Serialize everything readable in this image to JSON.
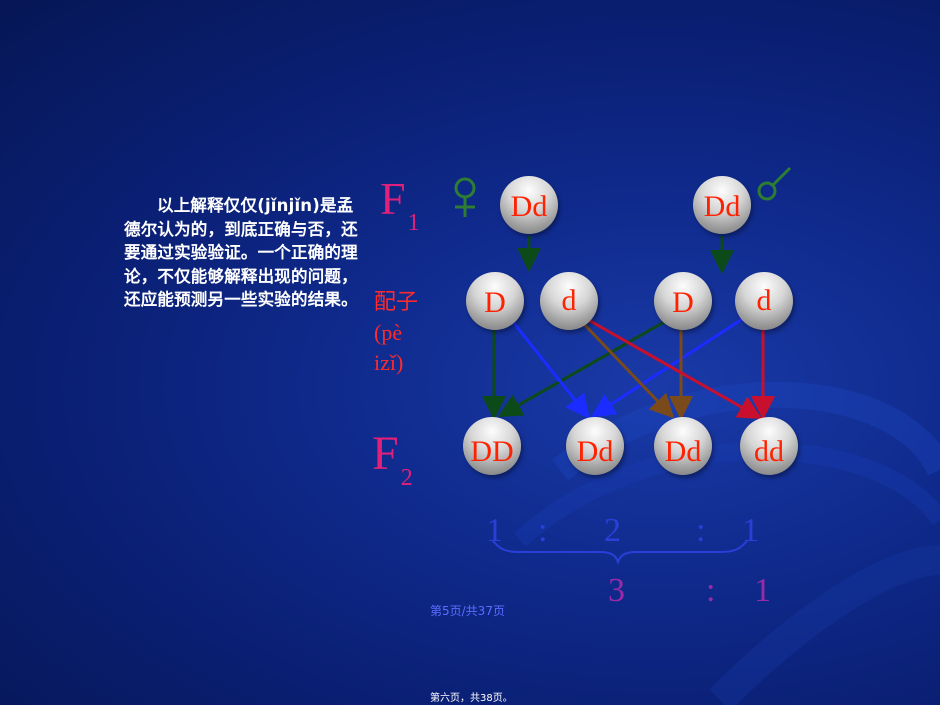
{
  "paragraph": "以上解释仅仅(jǐnjǐn)是孟德尔认为的，到底正确与否，还要通过实验验证。一个正确的理论，不仅能够解释出现的问题，还应能预测另一些实验的结果。",
  "f1": {
    "letter": "F",
    "sub": "1"
  },
  "f2": {
    "letter": "F",
    "sub": "2"
  },
  "gamete": {
    "label": "配子",
    "pinyin_1": "(pè",
    "pinyin_2": "izǐ)"
  },
  "parents": {
    "female": "Dd",
    "male": "Dd"
  },
  "gametes": [
    "D",
    "d",
    "D",
    "d"
  ],
  "offspring": [
    "DD",
    "Dd",
    "Dd",
    "dd"
  ],
  "ratio_1": [
    "1",
    ":",
    "2",
    ":",
    "1"
  ],
  "ratio_2": [
    "3",
    ":",
    "1"
  ],
  "footer": {
    "page_overlay": "第5页/共37页",
    "page_bottom": "第六页，共38页。"
  },
  "colors": {
    "background": "#0a1f73",
    "symbol": "#2e7d32",
    "text_red": "#ff2200",
    "f_label": "#e0207a"
  },
  "icons": {
    "female": "female-symbol-icon",
    "male": "male-symbol-icon"
  }
}
